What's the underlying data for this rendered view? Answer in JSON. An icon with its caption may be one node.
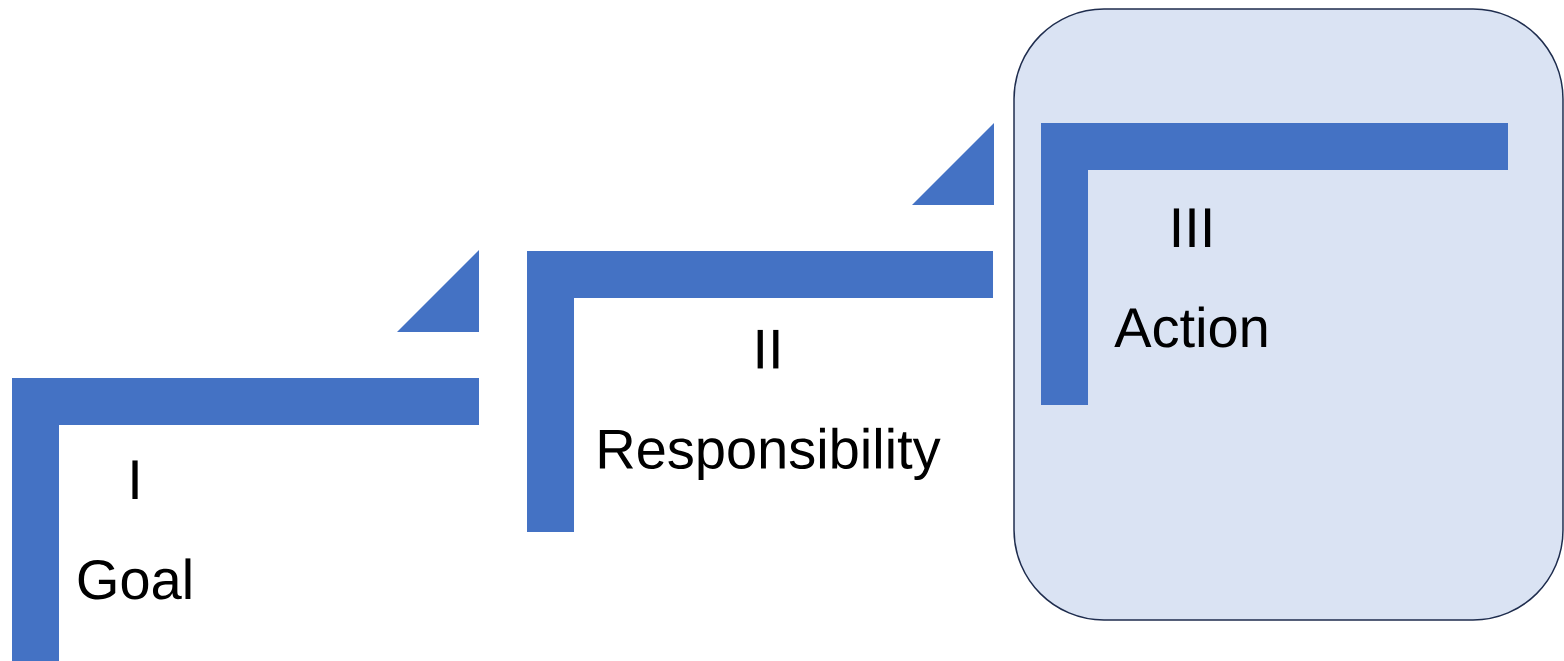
{
  "diagram": {
    "nodes": [
      {
        "text": [
          "I",
          "Goal"
        ]
      },
      {
        "text": [],
        "shape": "triangle"
      },
      {
        "text": [
          "II",
          "Responsibility"
        ]
      },
      {
        "text": [],
        "shape": "triangle"
      },
      {
        "text": [],
        "shape": "box"
      },
      {
        "text": [
          "III",
          "Action"
        ],
        "in": 4
      }
    ]
  }
}
